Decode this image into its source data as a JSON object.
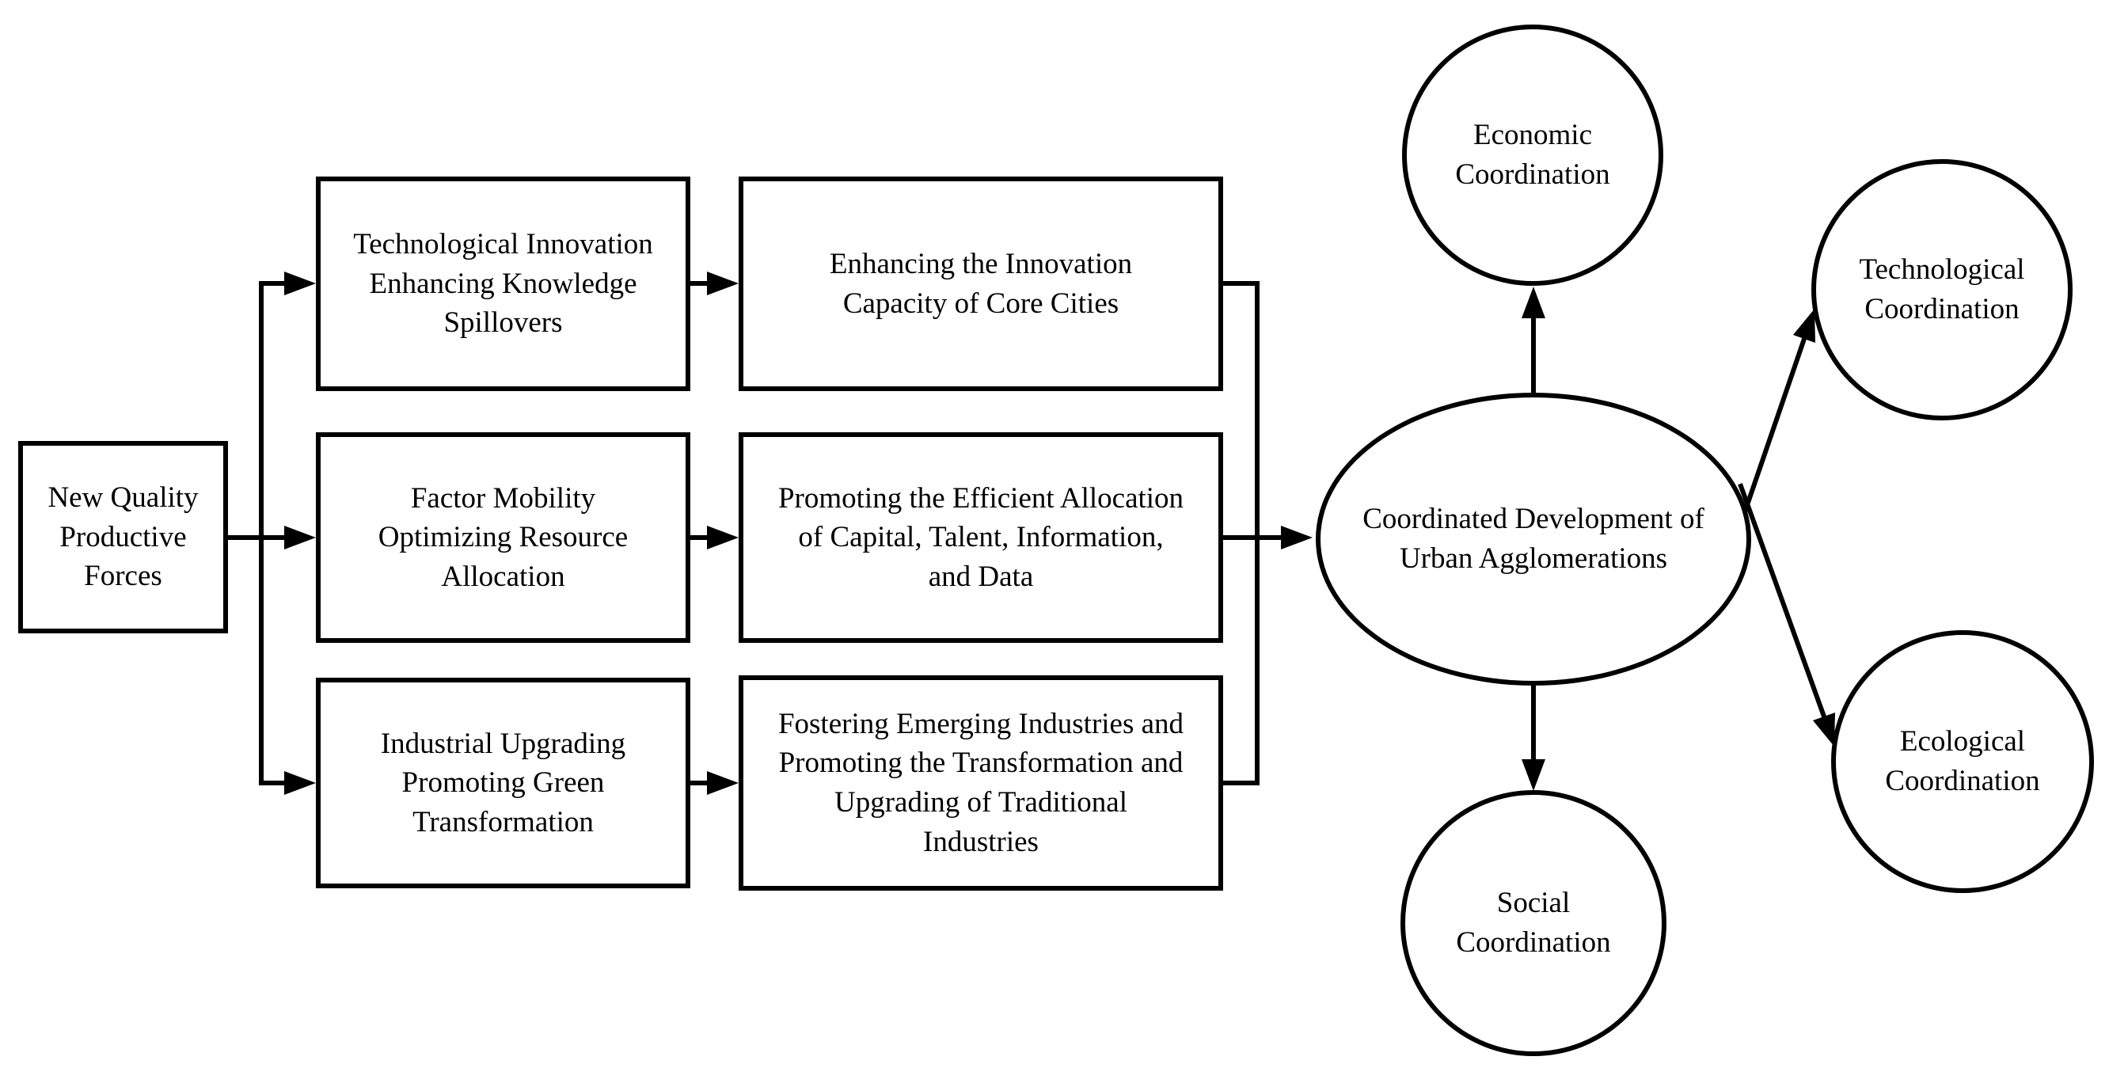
{
  "diagram": {
    "colors": {
      "stroke": "#000000",
      "fill": "#ffffff",
      "text": "#000000"
    },
    "source": {
      "id": "source",
      "label": "New Quality\nProductive\nForces"
    },
    "drivers": [
      {
        "id": "driver-1",
        "label": "Technological Innovation\nEnhancing Knowledge\nSpillovers"
      },
      {
        "id": "driver-2",
        "label": "Factor Mobility\nOptimizing Resource\nAllocation"
      },
      {
        "id": "driver-3",
        "label": "Industrial Upgrading\nPromoting Green\nTransformation"
      }
    ],
    "outcomes": [
      {
        "id": "outcome-1",
        "label": "Enhancing the Innovation\nCapacity of Core Cities"
      },
      {
        "id": "outcome-2",
        "label": "Promoting the Efficient Allocation\nof Capital, Talent, Information,\nand Data"
      },
      {
        "id": "outcome-3",
        "label": "Fostering Emerging Industries and\nPromoting the Transformation and\nUpgrading of Traditional\nIndustries"
      }
    ],
    "center": {
      "id": "center",
      "label": "Coordinated Development of\nUrban Agglomerations"
    },
    "coordination": [
      {
        "id": "economic",
        "label": "Economic\nCoordination"
      },
      {
        "id": "technological",
        "label": "Technological\nCoordination"
      },
      {
        "id": "ecological",
        "label": "Ecological\nCoordination"
      },
      {
        "id": "social",
        "label": "Social\nCoordination"
      }
    ],
    "edges": [
      {
        "from": "source",
        "to": "driver-1",
        "arrow": true
      },
      {
        "from": "source",
        "to": "driver-2",
        "arrow": true
      },
      {
        "from": "source",
        "to": "driver-3",
        "arrow": true
      },
      {
        "from": "driver-1",
        "to": "outcome-1",
        "arrow": true
      },
      {
        "from": "driver-2",
        "to": "outcome-2",
        "arrow": true
      },
      {
        "from": "driver-3",
        "to": "outcome-3",
        "arrow": true
      },
      {
        "from": "outcome-1",
        "to": "center",
        "arrow": false
      },
      {
        "from": "outcome-2",
        "to": "center",
        "arrow": true
      },
      {
        "from": "outcome-3",
        "to": "center",
        "arrow": false
      },
      {
        "from": "center",
        "to": "economic",
        "arrow": true
      },
      {
        "from": "center",
        "to": "technological",
        "arrow": true
      },
      {
        "from": "center",
        "to": "ecological",
        "arrow": true
      },
      {
        "from": "center",
        "to": "social",
        "arrow": true
      }
    ]
  }
}
